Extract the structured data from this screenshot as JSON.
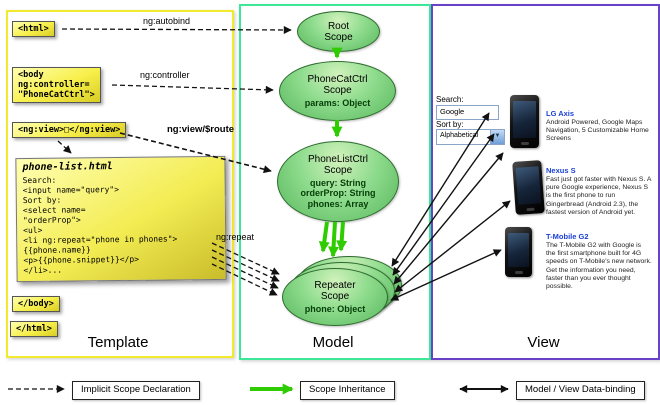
{
  "template": {
    "column_label": "Template",
    "html_open": "<html>",
    "body_open": "<body\nng:controller=\n\"PhoneCatCtrl\">",
    "ng_view": "<ng:view>□</ng:view>",
    "body_close": "</body>",
    "html_close": "</html>",
    "note": {
      "title": "phone-list.html",
      "lines": [
        "Search:",
        "<input name=\"query\">",
        "Sort by:",
        "<select name=",
        "\"orderProp\">",
        "<ul>",
        "<li ng:repeat=\"phone in phones\">",
        "{{phone.name}}",
        "<p>{{phone.snippet}}</p>",
        "</li>..."
      ]
    }
  },
  "arrows": {
    "autobind_label": "ng:autobind",
    "controller_label": "ng:controller",
    "ngview_label": "ng:view/$route",
    "repeat_label": "ng:repeat"
  },
  "model": {
    "column_label": "Model",
    "root": {
      "line1": "Root",
      "line2": "Scope"
    },
    "phonecat": {
      "line1": "PhoneCatCtrl",
      "line2": "Scope",
      "props": [
        "params: Object"
      ]
    },
    "phonelist": {
      "line1": "PhoneListCtrl",
      "line2": "Scope",
      "props": [
        "query: String",
        "orderProp: String",
        "phones: Array"
      ]
    },
    "repeater": {
      "line1": "Repeater",
      "line2": "Scope",
      "props": [
        "phone: Object"
      ]
    }
  },
  "view": {
    "column_label": "View",
    "search_label": "Search:",
    "search_value": "Google",
    "sort_label": "Sort by:",
    "sort_value": "Alphabetical",
    "phones": [
      {
        "name": "LG Axis",
        "desc": "Android Powered, Google Maps Navigation, 5 Customizable Home Screens"
      },
      {
        "name": "Nexus S",
        "desc": "Fast just got faster with Nexus S. A pure Google experience, Nexus S is the first phone to run Gingerbread (Android 2.3), the fastest version of Android yet."
      },
      {
        "name": "T-Mobile G2",
        "desc": "The T-Mobile G2 with Google is the first smartphone built for 4G speeds on T-Mobile's new network. Get the information you need, faster than you ever thought possible."
      }
    ]
  },
  "legend": [
    {
      "label": "Implicit Scope Declaration"
    },
    {
      "label": "Scope Inheritance"
    },
    {
      "label": "Model / View Data-binding"
    }
  ],
  "colors": {
    "template_border": "#f2ea2d",
    "model_border": "#3ce897",
    "view_border": "#6a42c8",
    "green_arrow": "#2ecc00",
    "scope_border": "#2e6b2e",
    "link_blue": "#1a3fd4"
  }
}
